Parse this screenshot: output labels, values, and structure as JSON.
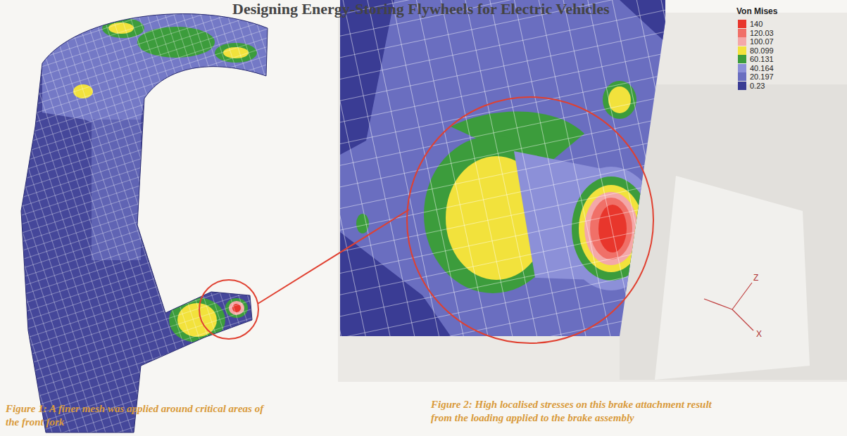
{
  "diagram": {
    "title": "Designing Energy-Storing Flywheels for Electric Vehicles",
    "labels": [
      "Von Mises",
      "Z",
      "X",
      "Figure 1: A finer mesh was applied around critical areas of the front fork",
      "Figure 2: High localised stresses on this brake attachment result from the loading applied to the brake assembly"
    ],
    "legend": [
      {
        "text": "140",
        "color": "#e8362c"
      },
      {
        "text": "120.03",
        "color": "#f07068"
      },
      {
        "text": "100.07",
        "color": "#f4a8a8"
      },
      {
        "text": "80.099",
        "color": "#f2e23c"
      },
      {
        "text": "60.131",
        "color": "#3c9c3c"
      },
      {
        "text": "40.164",
        "color": "#8c90d8"
      },
      {
        "text": "20.197",
        "color": "#6a6ec0"
      },
      {
        "text": "0.23",
        "color": "#3a3c94"
      }
    ]
  }
}
